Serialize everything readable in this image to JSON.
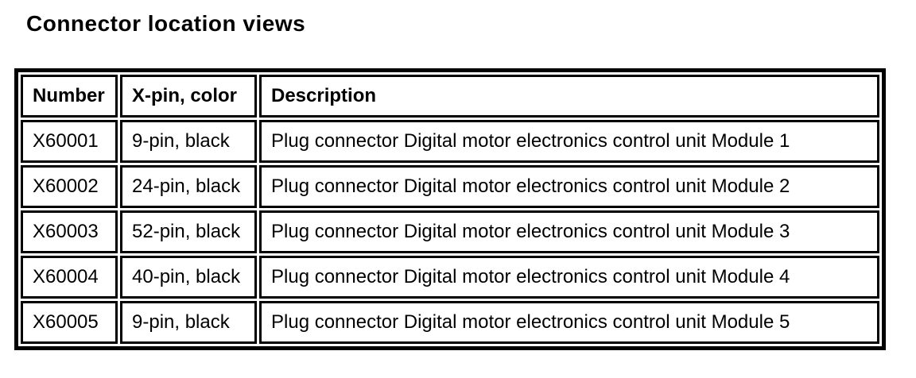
{
  "page": {
    "title": "Connector location views"
  },
  "table": {
    "headers": {
      "number": "Number",
      "xpin": "X-pin, color",
      "description": "Description"
    },
    "rows": [
      [
        "X60001",
        "9-pin, black",
        "Plug connector Digital motor electronics control unit Module 1"
      ],
      [
        "X60002",
        "24-pin, black",
        "Plug connector Digital motor electronics control unit Module 2"
      ],
      [
        "X60003",
        "52-pin, black",
        "Plug connector Digital motor electronics control unit Module 3"
      ],
      [
        "X60004",
        "40-pin, black",
        "Plug connector Digital motor electronics control unit Module 4"
      ],
      [
        "X60005",
        "9-pin, black",
        "Plug connector Digital motor electronics control unit Module 5"
      ]
    ],
    "colors": {
      "text": "#000000",
      "border": "#000000",
      "background": "#ffffff"
    }
  }
}
